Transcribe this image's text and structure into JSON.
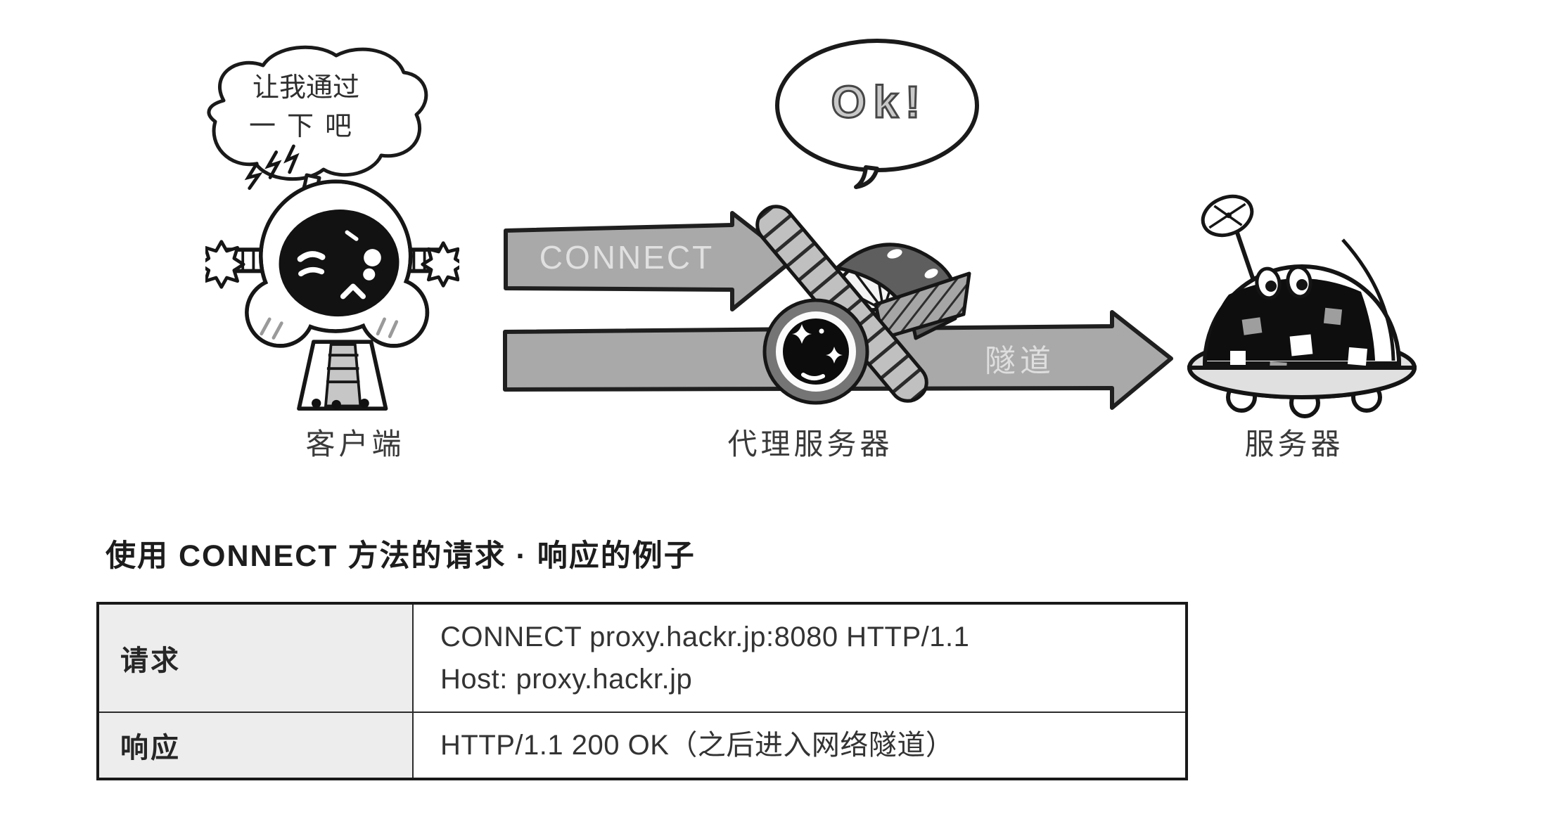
{
  "diagram": {
    "client_thought": {
      "line1": "让我通过",
      "line2": "一下吧"
    },
    "proxy_reply": "Ok!",
    "connect_arrow": "CONNECT",
    "tunnel_arrow": "隧道",
    "client_label": "客户端",
    "proxy_label": "代理服务器",
    "server_label": "服务器"
  },
  "example": {
    "heading": "使用 CONNECT 方法的请求 · 响应的例子",
    "table": {
      "request_header": "请求",
      "request_line1": "CONNECT proxy.hackr.jp:8080 HTTP/1.1",
      "request_line2": "Host: proxy.hackr.jp",
      "response_header": "响应",
      "response_line1": "HTTP/1.1 200 OK（之后进入网络隧道）"
    }
  },
  "colors": {
    "arrow_fill": "#a9a9a9",
    "arrow_text": "#e0e0e0",
    "outline_ink": "#1a1a1a",
    "table_header_bg": "#ededed",
    "background": "#ffffff"
  }
}
